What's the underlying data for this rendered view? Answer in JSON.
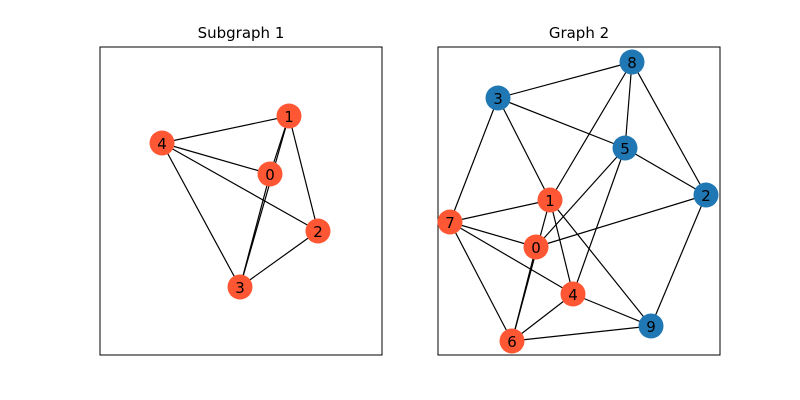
{
  "colors": {
    "highlight": "#ff5733",
    "default": "#1f77b4"
  },
  "panels": [
    {
      "title": "Subgraph 1",
      "nodes": [
        {
          "id": "0",
          "color": "highlight"
        },
        {
          "id": "1",
          "color": "highlight"
        },
        {
          "id": "2",
          "color": "highlight"
        },
        {
          "id": "3",
          "color": "highlight"
        },
        {
          "id": "4",
          "color": "highlight"
        }
      ],
      "edges": [
        [
          "4",
          "1"
        ],
        [
          "4",
          "0"
        ],
        [
          "4",
          "2"
        ],
        [
          "4",
          "3"
        ],
        [
          "1",
          "0"
        ],
        [
          "1",
          "3"
        ],
        [
          "1",
          "2"
        ],
        [
          "0",
          "3"
        ],
        [
          "3",
          "2"
        ]
      ]
    },
    {
      "title": "Graph 2",
      "nodes": [
        {
          "id": "0",
          "color": "highlight"
        },
        {
          "id": "1",
          "color": "highlight"
        },
        {
          "id": "2",
          "color": "default"
        },
        {
          "id": "3",
          "color": "default"
        },
        {
          "id": "4",
          "color": "highlight"
        },
        {
          "id": "5",
          "color": "default"
        },
        {
          "id": "6",
          "color": "highlight"
        },
        {
          "id": "7",
          "color": "highlight"
        },
        {
          "id": "8",
          "color": "default"
        },
        {
          "id": "9",
          "color": "default"
        }
      ],
      "edges": [
        [
          "3",
          "8"
        ],
        [
          "3",
          "5"
        ],
        [
          "3",
          "1"
        ],
        [
          "3",
          "7"
        ],
        [
          "8",
          "5"
        ],
        [
          "8",
          "2"
        ],
        [
          "8",
          "1"
        ],
        [
          "5",
          "2"
        ],
        [
          "5",
          "0"
        ],
        [
          "5",
          "4"
        ],
        [
          "2",
          "0"
        ],
        [
          "2",
          "9"
        ],
        [
          "1",
          "7"
        ],
        [
          "1",
          "6"
        ],
        [
          "1",
          "4"
        ],
        [
          "1",
          "9"
        ],
        [
          "7",
          "0"
        ],
        [
          "7",
          "4"
        ],
        [
          "7",
          "6"
        ],
        [
          "0",
          "6"
        ],
        [
          "4",
          "6"
        ],
        [
          "4",
          "9"
        ],
        [
          "6",
          "9"
        ]
      ]
    }
  ]
}
